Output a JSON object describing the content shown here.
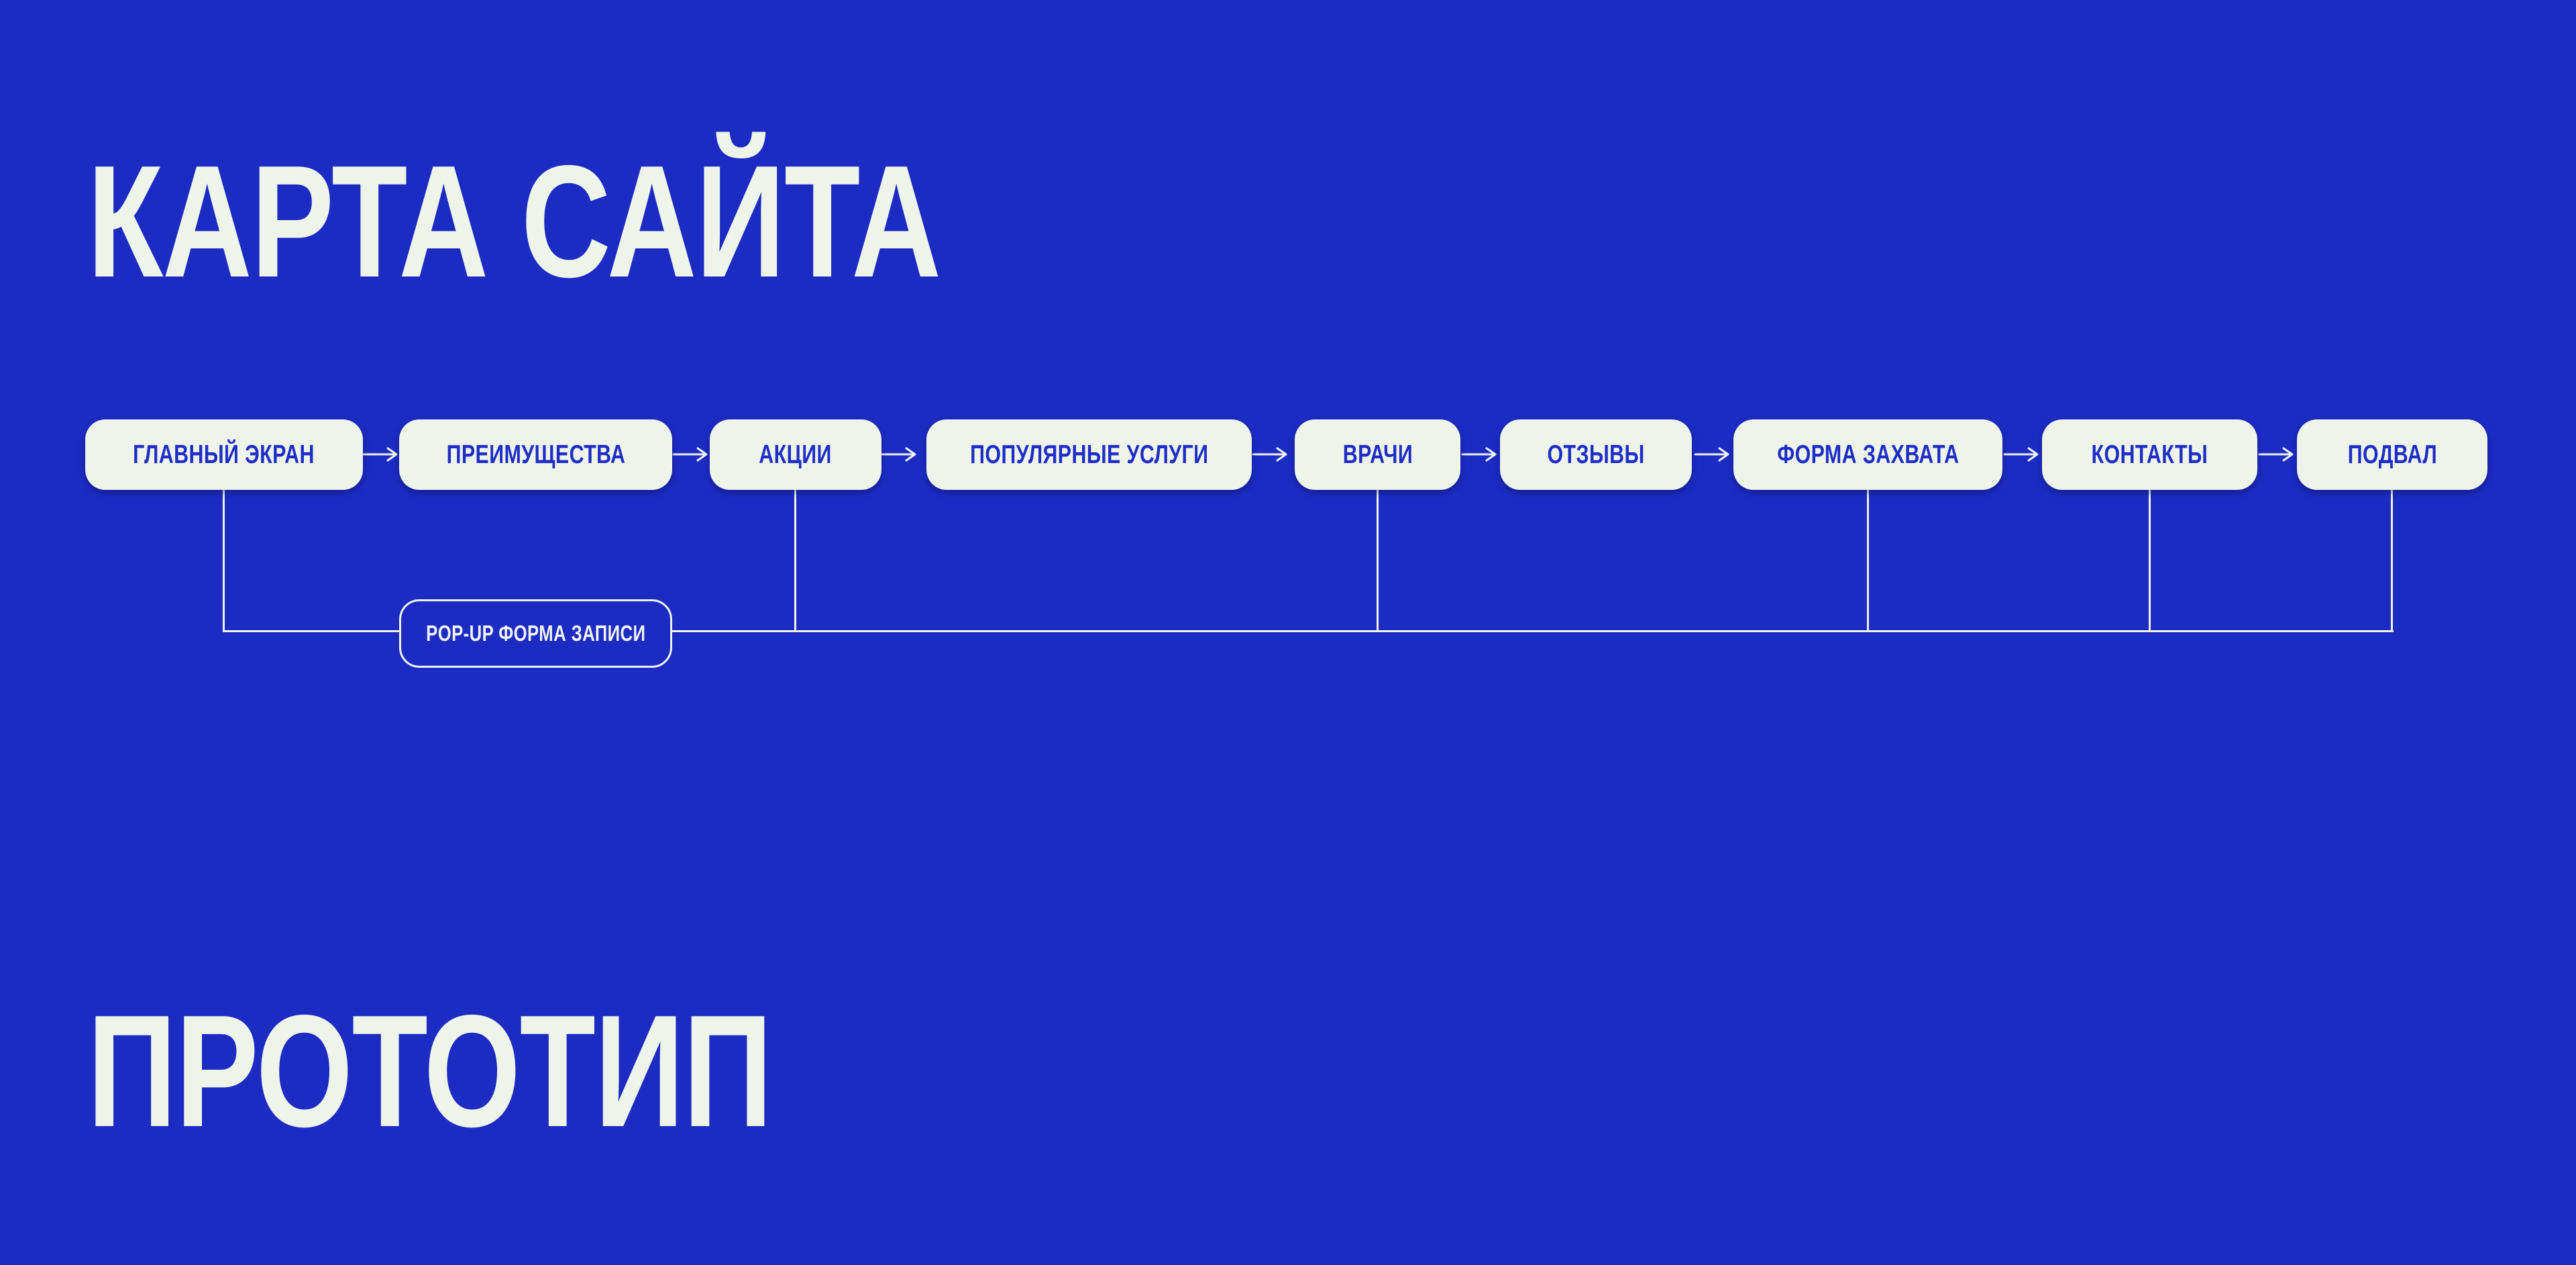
{
  "page": {
    "title": "КАРТА САЙТА",
    "section2_title": "ПРОТОТИП",
    "background_color": "#1C2BC2"
  },
  "sitemap": {
    "nodes": [
      {
        "label": "ГЛАВНЫЙ ЭКРАН"
      },
      {
        "label": "ПРЕИМУЩЕСТВА"
      },
      {
        "label": "АКЦИИ"
      },
      {
        "label": "ПОПУЛЯРНЫЕ УСЛУГИ"
      },
      {
        "label": "ВРАЧИ"
      },
      {
        "label": "ОТЗЫВЫ"
      },
      {
        "label": "ФОРМА ЗАХВАТА"
      },
      {
        "label": "КОНТАКТЫ"
      },
      {
        "label": "ПОДВАЛ"
      }
    ],
    "popup_node": {
      "label": "POP-UP ФОРМА ЗАПИСИ",
      "connected_to": [
        "ГЛАВНЫЙ ЭКРАН",
        "АКЦИИ",
        "ВРАЧИ",
        "ФОРМА ЗАХВАТА",
        "КОНТАКТЫ",
        "ПОДВАЛ"
      ]
    },
    "colors": {
      "node_fill": "#EEF4EA",
      "node_text": "#1E2DC5",
      "connector_line": "#EFF3EE",
      "popup_border": "#EFF3EE",
      "popup_text": "#EFF3EE"
    }
  }
}
